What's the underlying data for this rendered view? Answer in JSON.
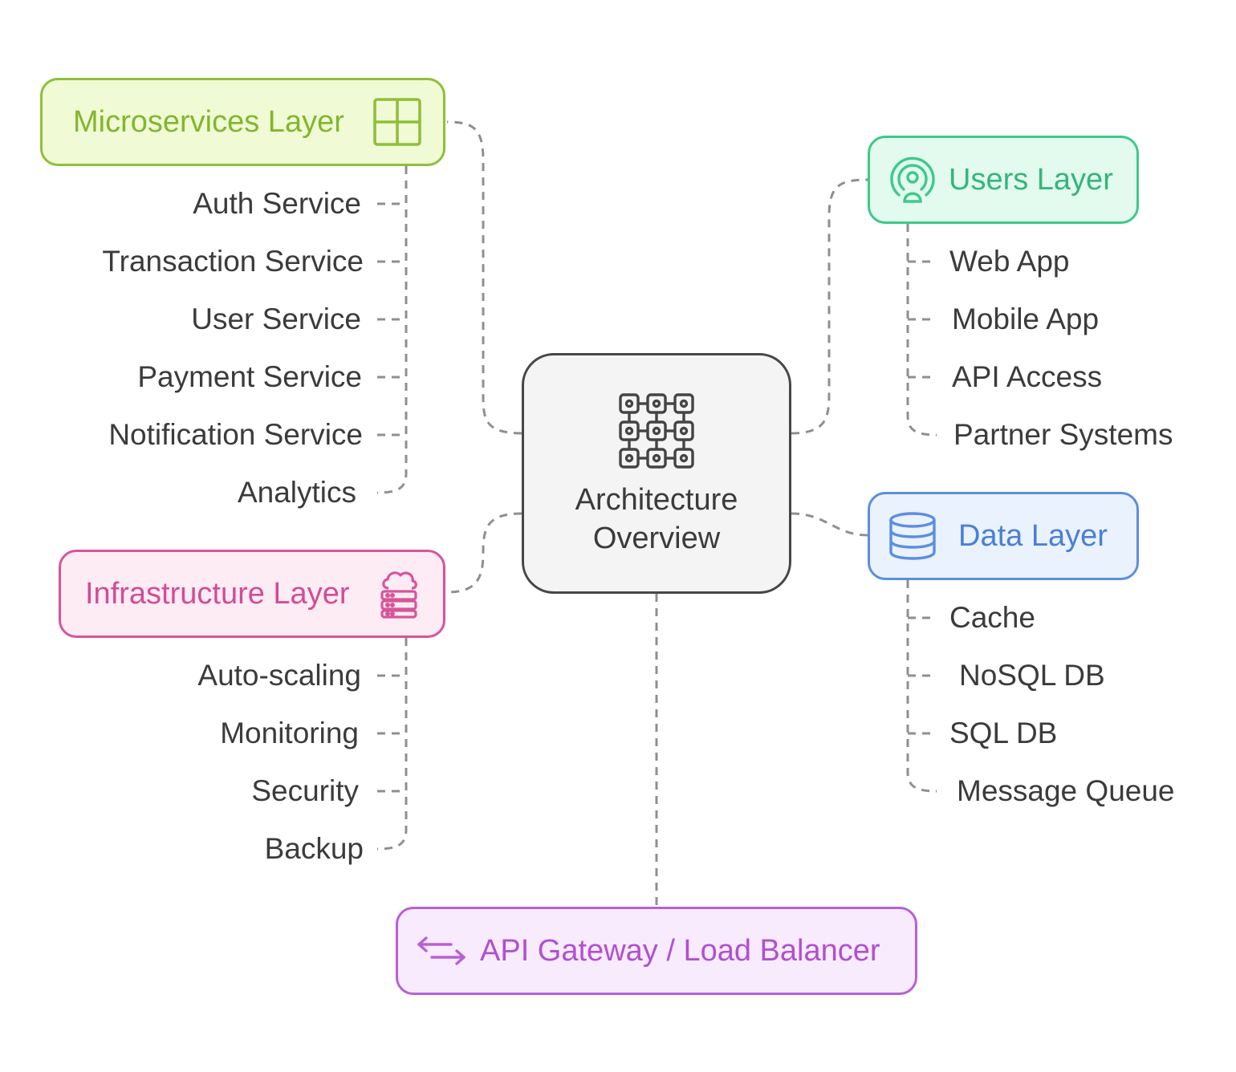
{
  "center": {
    "title_line1": "Architecture",
    "title_line2": "Overview",
    "icon": "circuit-grid-icon"
  },
  "microservices": {
    "title": "Microservices Layer",
    "icon": "grid-icon",
    "color": "#8fbf3a",
    "items": [
      "Auth Service",
      "Transaction Service",
      "User Service",
      "Payment Service",
      "Notification Service",
      "Analytics"
    ]
  },
  "infrastructure": {
    "title": "Infrastructure Layer",
    "icon": "cloud-server-icon",
    "color": "#d6559a",
    "items": [
      "Auto-scaling",
      "Monitoring",
      "Security",
      "Backup"
    ]
  },
  "users": {
    "title": "Users Layer",
    "icon": "user-broadcast-icon",
    "color": "#3ec98a",
    "items": [
      "Web App",
      "Mobile App",
      "API Access",
      "Partner Systems"
    ]
  },
  "data": {
    "title": "Data Layer",
    "icon": "database-icon",
    "color": "#5b8ee0",
    "items": [
      "Cache",
      "NoSQL DB",
      "SQL DB",
      "Message Queue"
    ]
  },
  "gateway": {
    "title": "API Gateway / Load Balancer",
    "icon": "exchange-arrows-icon",
    "color": "#b860d6"
  }
}
